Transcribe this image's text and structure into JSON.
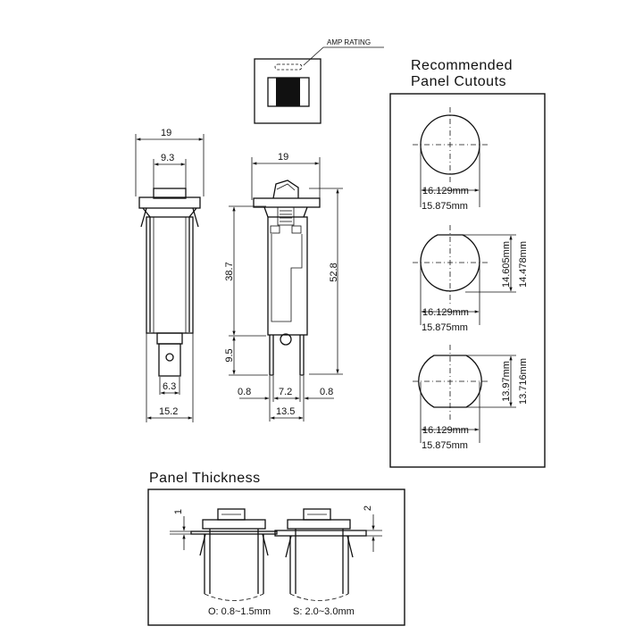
{
  "top_view": {
    "callout": "AMP RATING"
  },
  "side_view": {
    "overall_width": "19",
    "inner_width": "9.3",
    "tab_width": "6.3",
    "base_width": "15.2"
  },
  "front_view": {
    "overall_width": "19",
    "body_height": "38.7",
    "total_height": "52.8",
    "terminal_length": "9.5",
    "left_thickness": "0.8",
    "center_gap": "7.2",
    "right_thickness": "0.8",
    "base_width": "13.5"
  },
  "cutouts": {
    "title_line1": "Recommended",
    "title_line2": "Panel  Cutouts",
    "items": [
      {
        "width_max": "16.129mm",
        "width_min": "15.875mm",
        "height_max": "",
        "height_min": ""
      },
      {
        "width_max": "16.129mm",
        "width_min": "15.875mm",
        "height_max": "14.605mm",
        "height_min": "14.478mm"
      },
      {
        "width_max": "16.129mm",
        "width_min": "15.875mm",
        "height_max": "13.97mm",
        "height_min": "13.716mm"
      }
    ]
  },
  "thickness": {
    "title": "Panel  Thickness",
    "left_dim": "1",
    "right_dim": "2",
    "left_label": "O: 0.8~1.5mm",
    "right_label": "S: 2.0~3.0mm"
  }
}
